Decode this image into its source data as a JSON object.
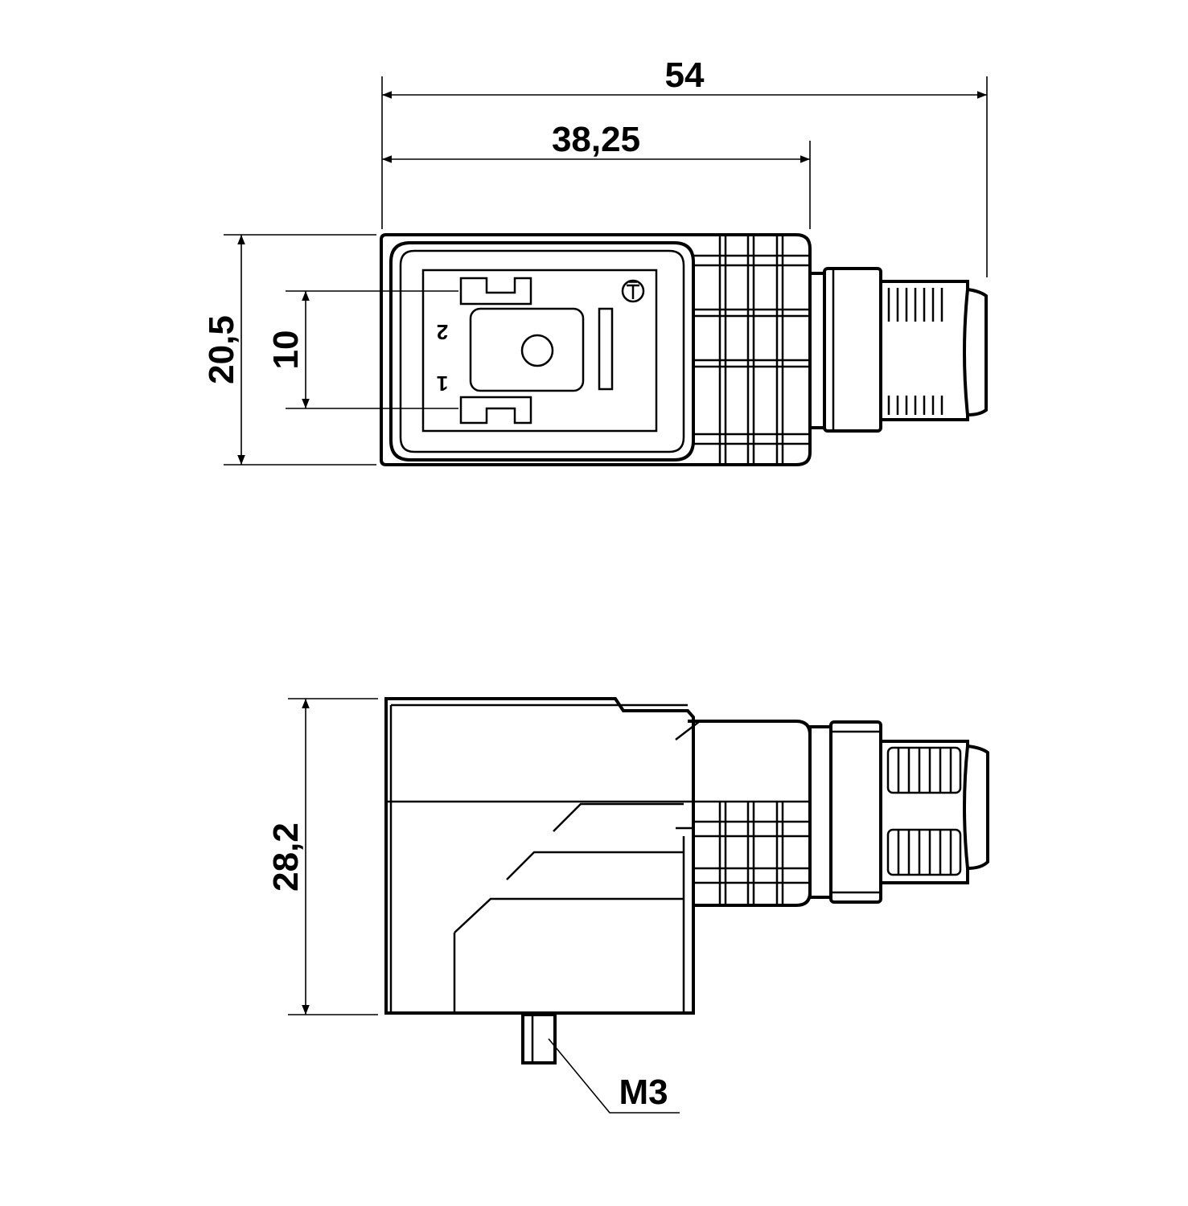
{
  "dimensions": {
    "overall_length": "54",
    "body_length": "38,25",
    "body_width": "20,5",
    "contact_spacing": "10",
    "body_height": "28,2",
    "screw_thread": "M3"
  },
  "contact_labels": {
    "pin_2": "2",
    "pin_1": "1"
  },
  "symbols": {
    "ground": "ground-symbol-icon"
  }
}
